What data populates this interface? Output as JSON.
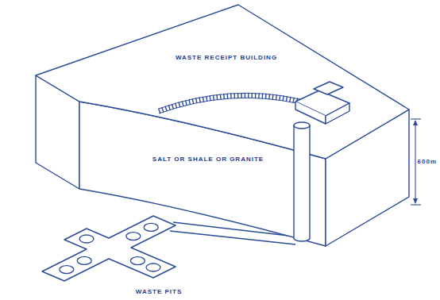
{
  "diagram": {
    "labels": [
      "WASTE RECEIPT BUILDING",
      "SALT OR SHALE OR GRANITE",
      "600m",
      "WASTE PITS"
    ]
  }
}
